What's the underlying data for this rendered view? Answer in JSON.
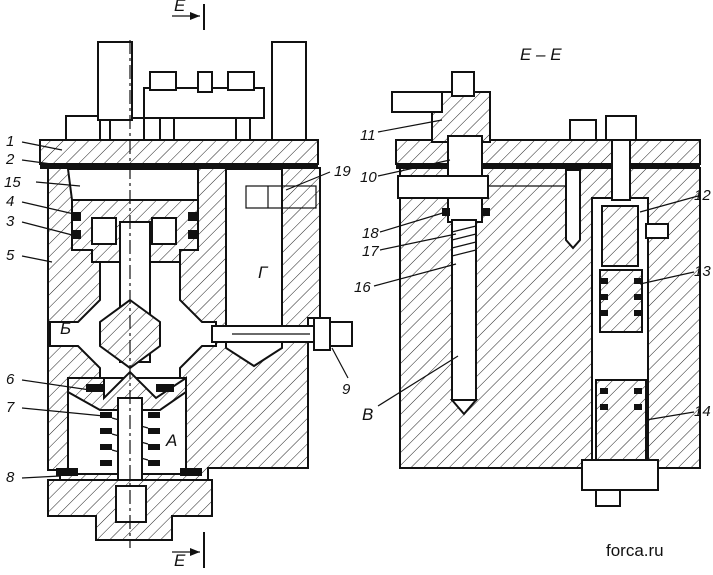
{
  "section_label": "Е – Е",
  "section_marks": [
    "Е",
    "Е"
  ],
  "callouts": [
    "1",
    "2",
    "15",
    "4",
    "3",
    "5",
    "6",
    "7",
    "8",
    "19",
    "9",
    "11",
    "10",
    "18",
    "17",
    "16",
    "12",
    "13",
    "14"
  ],
  "cavities": {
    "b": "Б",
    "a": "А",
    "g": "Г",
    "v": "В"
  },
  "watermark": "forca.ru"
}
